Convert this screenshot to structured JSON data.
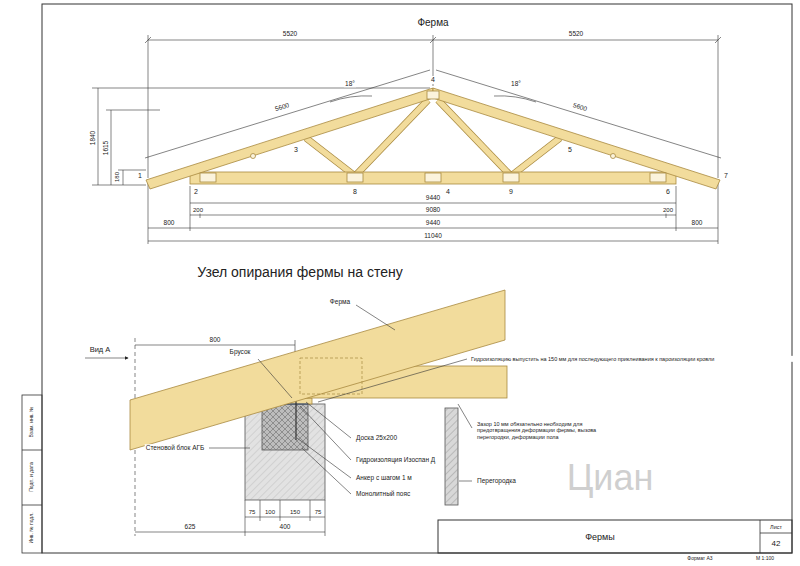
{
  "diagram": {
    "title": "Ферма",
    "labels": [
      "5520",
      "5520",
      "18°",
      "18°",
      "1840",
      "1615",
      "180",
      "5600",
      "5600",
      "1",
      "2",
      "3",
      "4",
      "5",
      "6",
      "7",
      "8",
      "4",
      "9",
      "9440",
      "200",
      "9080",
      "200",
      "800",
      "9440",
      "800",
      "11040",
      "Узел опирания фермы на стену",
      "Вид А",
      "800",
      "Брусок",
      "Ферма",
      "Гидроизоляцию выпустить на 150 мм для последующего приклеивания к пароизоляции кровли",
      "Стеновой блок АГБ",
      "Доска 25х200",
      "Гидроизоляция Изоспан Д",
      "Анкер с шагом 1 м",
      "Монолитный пояс",
      "Зазор 10 мм обязательно необходим для предотвращения деформации фермы, вызова перегородки, деформации пола",
      "Перегородка",
      "75",
      "100",
      "150",
      "75",
      "625",
      "400",
      "Фермы",
      "Лист",
      "42",
      "Формат А3",
      "М 1:100",
      "Инв. № подл.",
      "Подп. и дата",
      "Взам. инв. №",
      "Циан"
    ]
  }
}
